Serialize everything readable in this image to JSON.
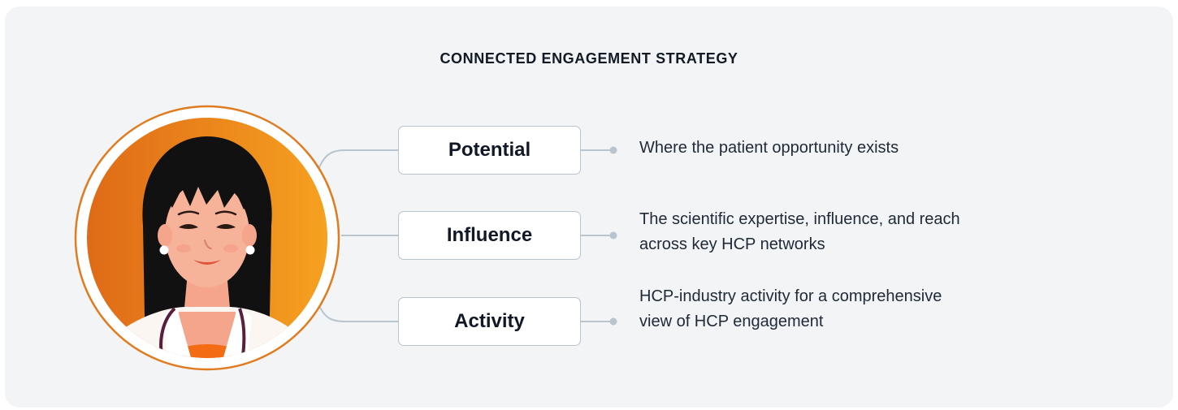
{
  "title": "CONNECTED ENGAGEMENT STRATEGY",
  "illustration": {
    "subject": "doctor-avatar",
    "ring_color": "#e07b1f",
    "gradient_start": "#df6a17",
    "gradient_end": "#f6a120"
  },
  "connector_color": "#b8c4ce",
  "items": [
    {
      "label": "Potential",
      "description_lines": [
        "Where the patient opportunity exists"
      ]
    },
    {
      "label": "Influence",
      "description_lines": [
        "The scientific expertise, influence, and reach",
        "across key HCP networks"
      ]
    },
    {
      "label": "Activity",
      "description_lines": [
        "HCP-industry activity for a comprehensive",
        "view of HCP engagement"
      ]
    }
  ]
}
